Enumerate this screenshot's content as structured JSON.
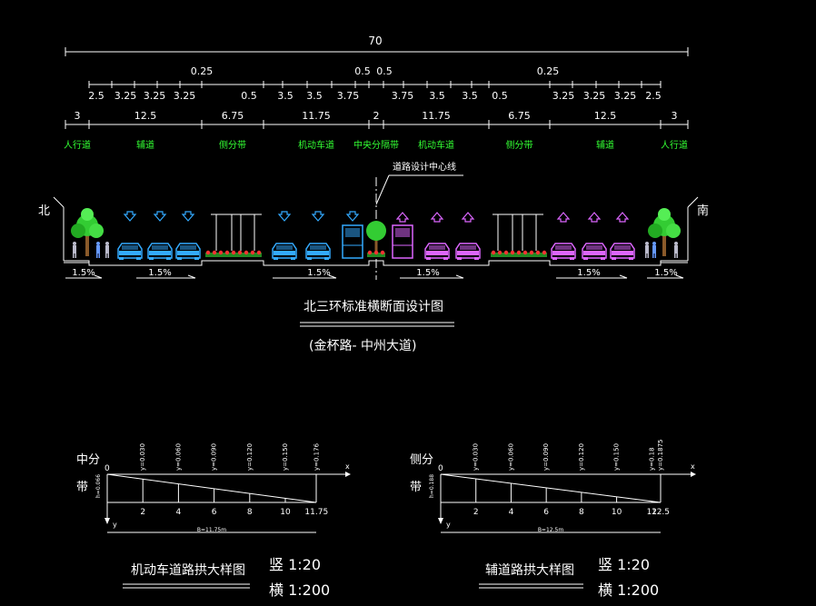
{
  "colors": {
    "background": "#000000",
    "lines": "#ffffff",
    "zone_labels": "#33ff33",
    "left_cars": "#33aaff",
    "right_cars": "#dd66ff",
    "flowers": "#ff3333"
  },
  "section": {
    "total_width": "70",
    "top_small_dims": [
      {
        "id": "a",
        "text": "0.25"
      },
      {
        "id": "b",
        "text": "0.5"
      },
      {
        "id": "c",
        "text": "0.5"
      },
      {
        "id": "d",
        "text": "0.25"
      }
    ],
    "lane_dims": [
      "2.5",
      "3.25",
      "3.25",
      "3.25",
      "0.5",
      "3.5",
      "3.5",
      "3.75",
      "3.75",
      "3.5",
      "3.5",
      "0.5",
      "3.25",
      "3.25",
      "3.25",
      "2.5"
    ],
    "zone_dims": [
      "3",
      "12.5",
      "6.75",
      "11.75",
      "2",
      "11.75",
      "6.75",
      "12.5",
      "3"
    ],
    "zone_names": [
      "人行道",
      "辅道",
      "侧分带",
      "机动车道",
      "中央分隔带",
      "机动车道",
      "侧分带",
      "辅道",
      "人行道"
    ],
    "centerline_label": "道路设计中心线",
    "north": "北",
    "south": "南",
    "slopes": [
      "1.5%",
      "1.5%",
      "1.5%",
      "1.5%",
      "1.5%",
      "1.5%"
    ],
    "title": "北三环标准横断面设计图",
    "subtitle": "(金杯路- 中州大道)"
  },
  "detail_left": {
    "side_label_1": "中分",
    "side_label_2": "带",
    "origin": "0",
    "x_axis": "x",
    "y_axis": "y",
    "depth_label": "h=0.066",
    "y_values": [
      "y=0.030",
      "y=0.060",
      "y=0.090",
      "y=0.120",
      "y=0.150",
      "y=0.176"
    ],
    "x_ticks": [
      "2",
      "4",
      "6",
      "8",
      "10",
      "11.75"
    ],
    "width_label": "B=11.75m",
    "title": "机动车道路拱大样图",
    "scale_v": "竖 1:20",
    "scale_h": "横 1:200"
  },
  "detail_right": {
    "side_label_1": "侧分",
    "side_label_2": "带",
    "origin": "0",
    "x_axis": "x",
    "y_axis": "y",
    "depth_label": "h=0.188",
    "y_values": [
      "y=0.030",
      "y=0.060",
      "y=0.090",
      "y=0.120",
      "y=0.150",
      "y=0.18",
      "y=0.1875"
    ],
    "x_ticks": [
      "2",
      "4",
      "6",
      "8",
      "10",
      "12",
      "12.5"
    ],
    "width_label": "B=12.5m",
    "title": "辅道路拱大样图",
    "scale_v": "竖 1:20",
    "scale_h": "横 1:200"
  }
}
